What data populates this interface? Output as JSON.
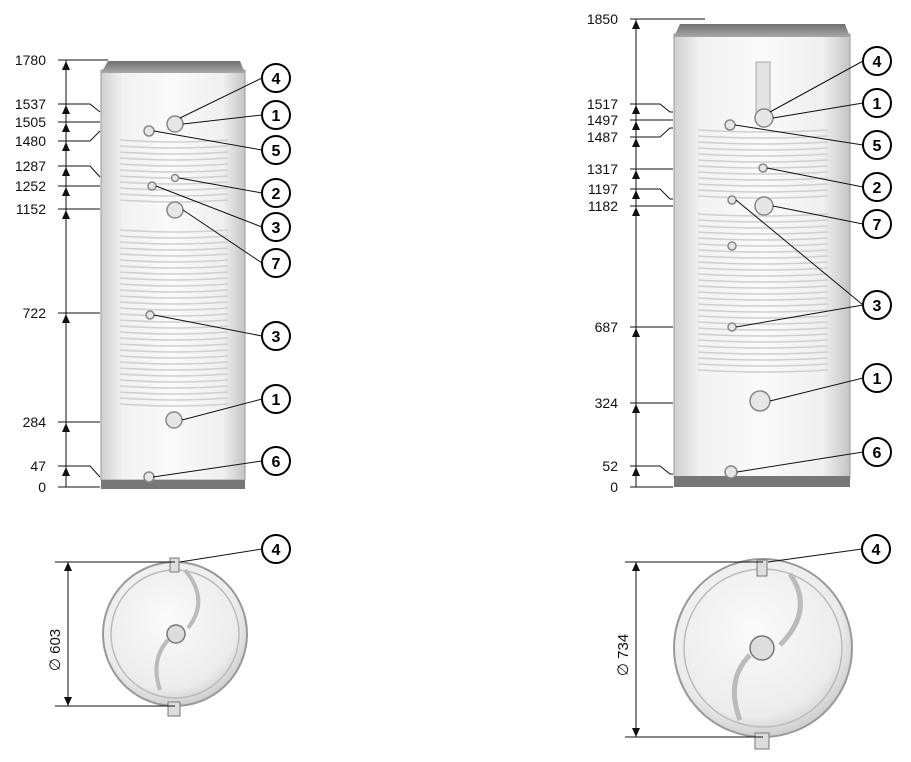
{
  "tanks": [
    {
      "id": "left",
      "heights": [
        "1780",
        "1537",
        "1505",
        "1480",
        "1287",
        "1252",
        "1152",
        "722",
        "284",
        "47",
        "0"
      ],
      "callouts": [
        "4",
        "1",
        "5",
        "2",
        "3",
        "7",
        "3",
        "1",
        "6"
      ],
      "diameter_label": "603",
      "top_callout": "4"
    },
    {
      "id": "right",
      "heights": [
        "1850",
        "1517",
        "1497",
        "1487",
        "1317",
        "1197",
        "1182",
        "687",
        "324",
        "52",
        "0"
      ],
      "callouts": [
        "4",
        "1",
        "5",
        "2",
        "7",
        "3",
        "1",
        "6"
      ],
      "diameter_label": "734",
      "top_callout": "4"
    }
  ],
  "diameter_symbol": "∅",
  "colors": {
    "line": "#111111",
    "tank_body": "#eeeeee",
    "tank_cap": "#8a8a8a",
    "coil": "#c8c8c8"
  }
}
